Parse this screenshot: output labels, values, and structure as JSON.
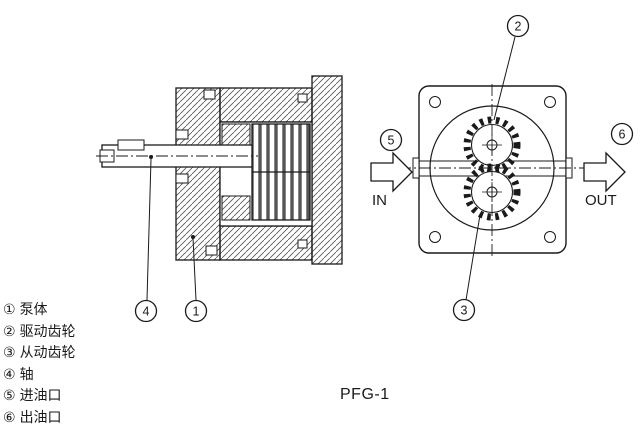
{
  "title": "PFG-1",
  "legend": {
    "items": [
      {
        "num": "①",
        "label": "泵体"
      },
      {
        "num": "②",
        "label": "驱动齿轮"
      },
      {
        "num": "③",
        "label": "从动齿轮"
      },
      {
        "num": "④",
        "label": "轴"
      },
      {
        "num": "⑤",
        "label": "进油口"
      },
      {
        "num": "⑥",
        "label": "出油口"
      }
    ]
  },
  "diagram": {
    "flow_labels": {
      "inlet": "IN",
      "outlet": "OUT"
    },
    "callouts": {
      "c1": "1",
      "c2": "2",
      "c3": "3",
      "c4": "4",
      "c5": "5",
      "c6": "6"
    }
  },
  "colors": {
    "line": "#1a1a1a",
    "background": "#ffffff"
  }
}
